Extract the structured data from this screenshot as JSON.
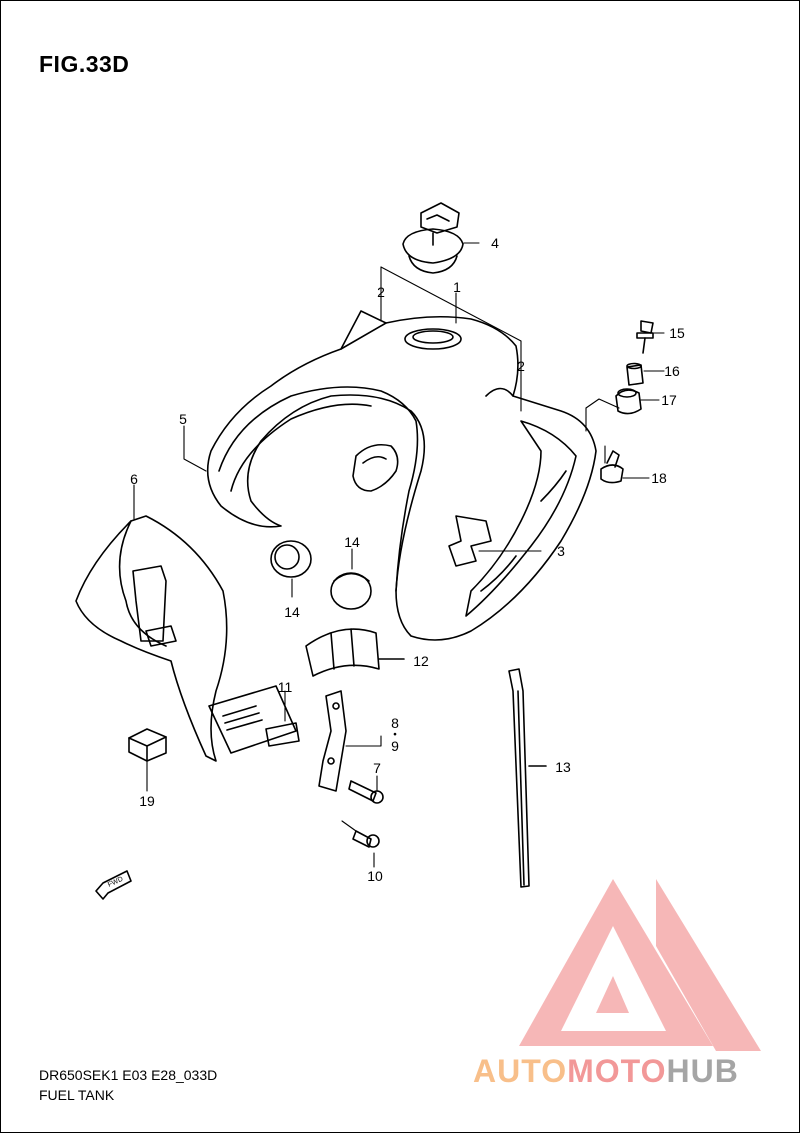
{
  "figure": {
    "title": "FIG.33D",
    "code": "DR650SEK1 E03 E28_033D",
    "caption": "FUEL TANK"
  },
  "callouts": [
    {
      "id": "c1",
      "text": "1"
    },
    {
      "id": "c2a",
      "text": "2"
    },
    {
      "id": "c2b",
      "text": "2"
    },
    {
      "id": "c3",
      "text": "3"
    },
    {
      "id": "c4",
      "text": "4"
    },
    {
      "id": "c5",
      "text": "5"
    },
    {
      "id": "c6",
      "text": "6"
    },
    {
      "id": "c7",
      "text": "7"
    },
    {
      "id": "c8",
      "text": "8"
    },
    {
      "id": "c9",
      "text": "9"
    },
    {
      "id": "c10",
      "text": "10"
    },
    {
      "id": "c11",
      "text": "11"
    },
    {
      "id": "c12",
      "text": "12"
    },
    {
      "id": "c13",
      "text": "13"
    },
    {
      "id": "c14a",
      "text": "14"
    },
    {
      "id": "c14b",
      "text": "14"
    },
    {
      "id": "c15",
      "text": "15"
    },
    {
      "id": "c16",
      "text": "16"
    },
    {
      "id": "c17",
      "text": "17"
    },
    {
      "id": "c18",
      "text": "18"
    },
    {
      "id": "c19",
      "text": "19"
    }
  ],
  "direction_marker": {
    "label": "FWD"
  },
  "watermark": {
    "part_a": "AUTO",
    "part_b": "MOTO",
    "part_c": "HUB",
    "colors": {
      "triangle": "#f08080",
      "auto": "#f7b06d",
      "moto": "#f07f7f",
      "hub": "#8f8f8f"
    }
  }
}
